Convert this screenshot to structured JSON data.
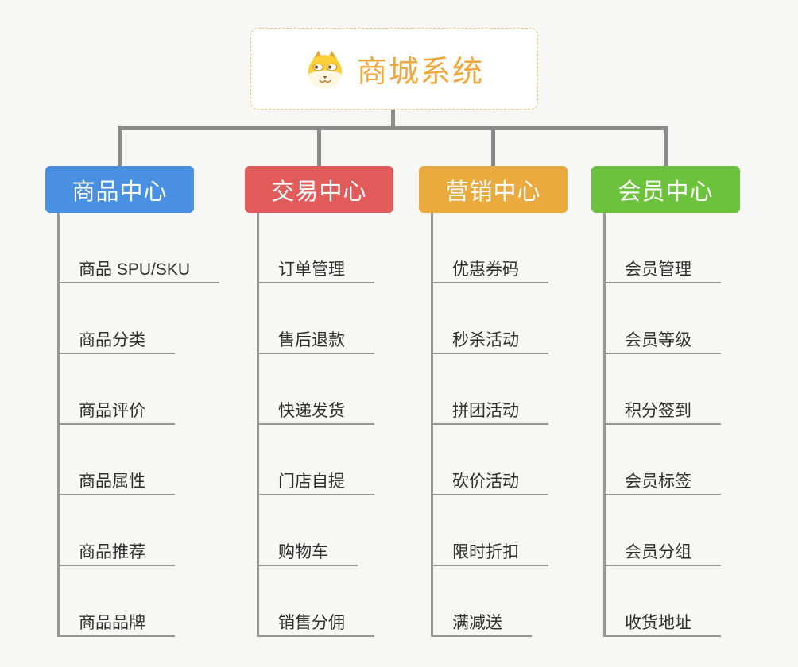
{
  "root": {
    "title": "商城系统",
    "icon": "shiba-dog-icon"
  },
  "branches": [
    {
      "label": "商品中心",
      "color": "#4a90e2",
      "children": [
        "商品 SPU/SKU",
        "商品分类",
        "商品评价",
        "商品属性",
        "商品推荐",
        "商品品牌"
      ]
    },
    {
      "label": "交易中心",
      "color": "#e25b5b",
      "children": [
        "订单管理",
        "售后退款",
        "快递发货",
        "门店自提",
        "购物车",
        "销售分佣"
      ]
    },
    {
      "label": "营销中心",
      "color": "#ebaa3d",
      "children": [
        "优惠券码",
        "秒杀活动",
        "拼团活动",
        "砍价活动",
        "限时折扣",
        "满减送"
      ]
    },
    {
      "label": "会员中心",
      "color": "#6cc23d",
      "children": [
        "会员管理",
        "会员等级",
        "积分签到",
        "会员标签",
        "会员分组",
        "收货地址"
      ]
    }
  ],
  "colors": {
    "background": "#f7f7f6",
    "root_title": "#f0a73d",
    "root_border": "#f2c377",
    "connector": "#8a8a8a",
    "sub_connector": "#969696",
    "leaf_text": "#2f2f2f"
  }
}
